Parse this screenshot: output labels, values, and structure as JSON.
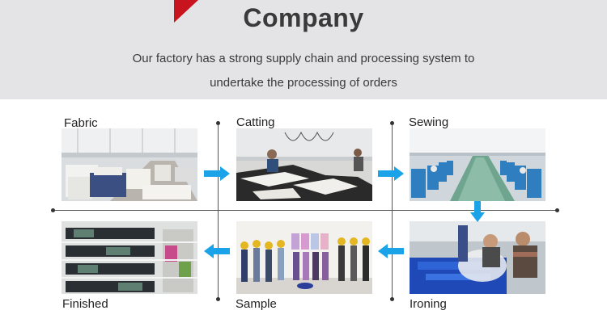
{
  "header": {
    "title": "Company",
    "subtitle_line1": "Our factory has a strong supply chain and processing system to",
    "subtitle_line2": "undertake the processing of orders"
  },
  "steps": [
    {
      "label": "Fabric"
    },
    {
      "label": "Catting"
    },
    {
      "label": "Sewing"
    },
    {
      "label": "Finished"
    },
    {
      "label": "Sample"
    },
    {
      "label": "Ironing"
    }
  ],
  "colors": {
    "header_bg": "#e4e4e6",
    "accent_red": "#c8141e",
    "arrow_blue": "#1aa3e8"
  }
}
